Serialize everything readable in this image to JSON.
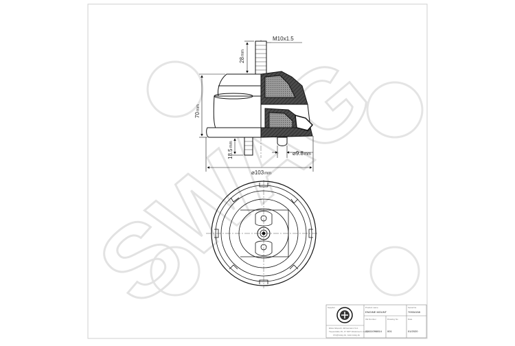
{
  "drawing": {
    "dimensions": {
      "thread": "M10x1.5",
      "stud_height": "28",
      "stud_height_unit": "mm",
      "total_height": "70",
      "total_height_unit": "mm",
      "bottom_stud": "18.5",
      "bottom_stud_unit": "mm",
      "bore": "⌀9.8",
      "bore_unit": "mm",
      "diameter": "⌀103",
      "diameter_unit": "mm"
    },
    "watermark": "SWAG",
    "colors": {
      "line": "#111111",
      "section_fill": "#3a3a3a",
      "rubber_fill": "#8c8c8c",
      "watermark": "#e6e6e6"
    }
  },
  "title_block": {
    "company_name": "Elster Elspoint Jahresmann S.A.",
    "company_address": "Tiepestraße 45, 47 NRT Weiskreuzt, Gespol",
    "company_contact": "info@swag.de, www.swag.de",
    "product_name_label": "Product name",
    "product_name": "ENGINE MOUNT",
    "serial_label": "Serial No",
    "serial": "70934158",
    "oe_label": "OE Number",
    "oe_number": "22111096814",
    "drawing_no_label": "Drawing No",
    "drawing_no": "001",
    "date_label": "Date",
    "date": "01/2020",
    "supplier_label": "Supplier"
  }
}
